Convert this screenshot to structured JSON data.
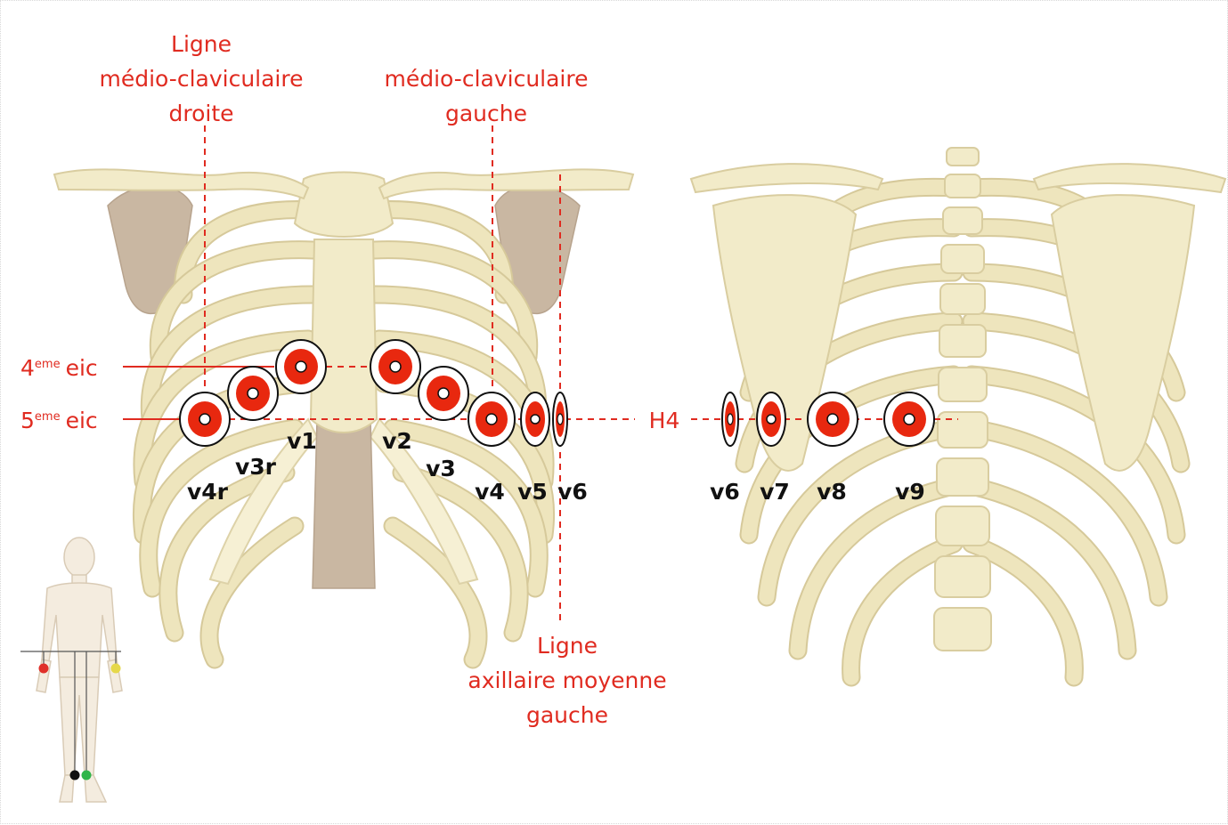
{
  "labels": {
    "right_mcl": [
      "Ligne",
      "médio-claviculaire",
      "droite"
    ],
    "left_mcl": [
      "médio-claviculaire",
      "gauche"
    ],
    "axillary": [
      "Ligne",
      "axillaire moyenne",
      "gauche"
    ],
    "eic4_num": "4",
    "eic4_sup": "eme",
    "eic5_num": "5",
    "eic5_sup": "eme",
    "eic_word": "eic",
    "h4": "H4"
  },
  "leads_front": [
    "v1",
    "v2",
    "v3r",
    "v3",
    "v4r",
    "v4",
    "v5",
    "v6"
  ],
  "leads_back": [
    "v6",
    "v7",
    "v8",
    "v9"
  ],
  "colors": {
    "label_red": "#e02b20",
    "electrode_red": "#e8280f",
    "bone": "#f2ebc9",
    "muscle": "#c9b7a2",
    "limb_right_arm": "#e0302a",
    "limb_left_arm": "#e6d84a",
    "limb_right_leg": "#111111",
    "limb_left_leg": "#2fb54a"
  }
}
